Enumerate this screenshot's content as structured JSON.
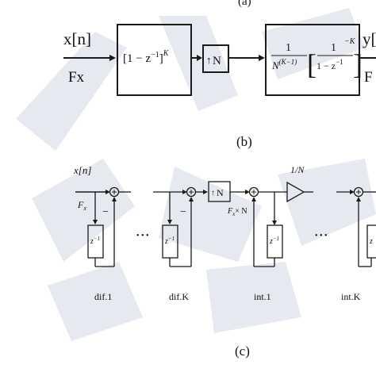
{
  "top": {
    "caption_a": "(a)",
    "input_label": "x[n]",
    "input_rate": "Fx",
    "comb_block": "[1 − z",
    "comb_exp": "−1",
    "comb_pow": "K",
    "upsample": "N",
    "integrator_num": "1",
    "integrator_den": "N",
    "integrator_den_exp": "(K−1)",
    "integrator_inner_num": "1",
    "integrator_inner_den": "1 − z",
    "integrator_inner_den_exp": "−1",
    "integrator_pow": "−K",
    "output_label": "y[",
    "output_rate": "F"
  },
  "caption_b": "(b)",
  "bottom": {
    "input_label": "x[n]",
    "input_rate": "F",
    "input_rate_sub": "x",
    "delay_label": "z",
    "delay_exp": "−1",
    "minus": "−",
    "ellipsis": "• • •",
    "upsample": "N",
    "mid_rate": "F",
    "mid_rate_sub": "x",
    "mid_rate_suffix": "× N",
    "gain": "1/N",
    "stage_labels": [
      "dif.1",
      "dif.K",
      "int.1",
      "int.K"
    ]
  },
  "caption_c": "(c)"
}
